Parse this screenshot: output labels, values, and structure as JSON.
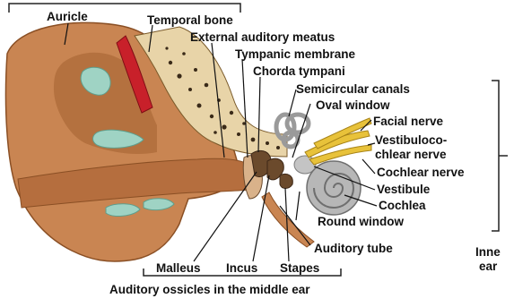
{
  "labels": {
    "auricle": "Auricle",
    "temporal_bone": "Temporal bone",
    "external_auditory_meatus": "External auditory meatus",
    "tympanic_membrane": "Tympanic membrane",
    "chorda_tympani": "Chorda tympani",
    "semicircular_canals": "Semicircular canals",
    "oval_window": "Oval window",
    "facial_nerve": "Facial nerve",
    "vestibulocochlear_nerve_line1": "Vestibuloco-",
    "vestibulocochlear_nerve_line2": "chlear nerve",
    "cochlear_nerve": "Cochlear nerve",
    "vestibule": "Vestibule",
    "cochlea": "Cochlea",
    "round_window": "Round window",
    "auditory_tube": "Auditory tube",
    "malleus": "Malleus",
    "incus": "Incus",
    "stapes": "Stapes",
    "inner_ear_line1": "Inne",
    "inner_ear_line2": "ear",
    "auditory_ossicles": "Auditory ossicles in the middle ear"
  },
  "colors": {
    "skin": "#c98552",
    "skin_dark": "#a2602f",
    "skin_light": "#e3a878",
    "canal": "#b56e3e",
    "cartilage": "#9fd3c4",
    "bone": "#e8d4a8",
    "bone_spots": "#3a2a18",
    "muscle": "#c8202a",
    "ossicle": "#6b4a2c",
    "cochlea": "#b7b7b7",
    "nerve": "#e8c23a"
  }
}
